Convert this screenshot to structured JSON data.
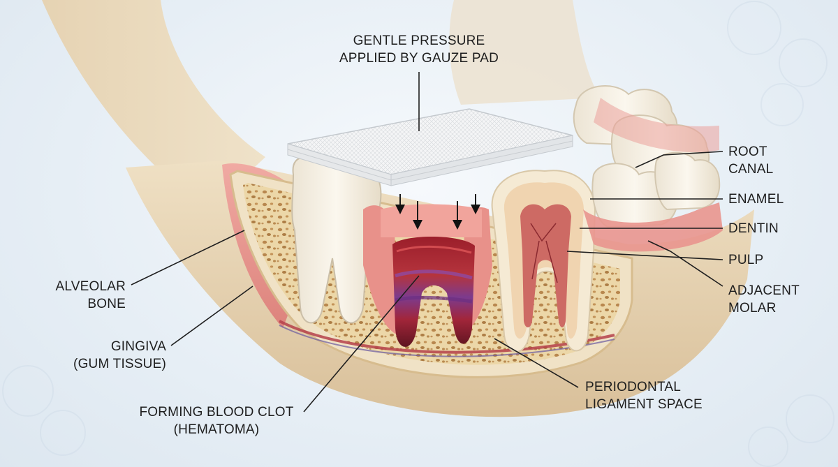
{
  "labels": {
    "gauze": [
      "GENTLE PRESSURE",
      "APPLIED BY GAUZE PAD"
    ],
    "root_canal": [
      "ROOT",
      "CANAL"
    ],
    "enamel": [
      "ENAMEL"
    ],
    "dentin": [
      "DENTIN"
    ],
    "pulp": [
      "PULP"
    ],
    "adjacent_molar": [
      "ADJACENT",
      "MOLAR"
    ],
    "alveolar_bone": [
      "ALVEOLAR",
      "BONE"
    ],
    "gingiva": [
      "GINGIVA",
      "(GUM TISSUE)"
    ],
    "blood_clot": [
      "FORMING BLOOD CLOT",
      "(HEMATOMA)"
    ],
    "periodontal": [
      "PERIODONTAL",
      "LIGAMENT SPACE"
    ]
  },
  "colors": {
    "bone": "#e8d4b2",
    "bone_shadow": "#d4b98e",
    "gum": "#e79a93",
    "gum_dark": "#c9635e",
    "clot": "#8a1c2a",
    "clot_purple": "#7a3a8a",
    "tooth": "#f5efe3",
    "pulp": "#c9615c",
    "gauze": "#f3f4f5"
  }
}
